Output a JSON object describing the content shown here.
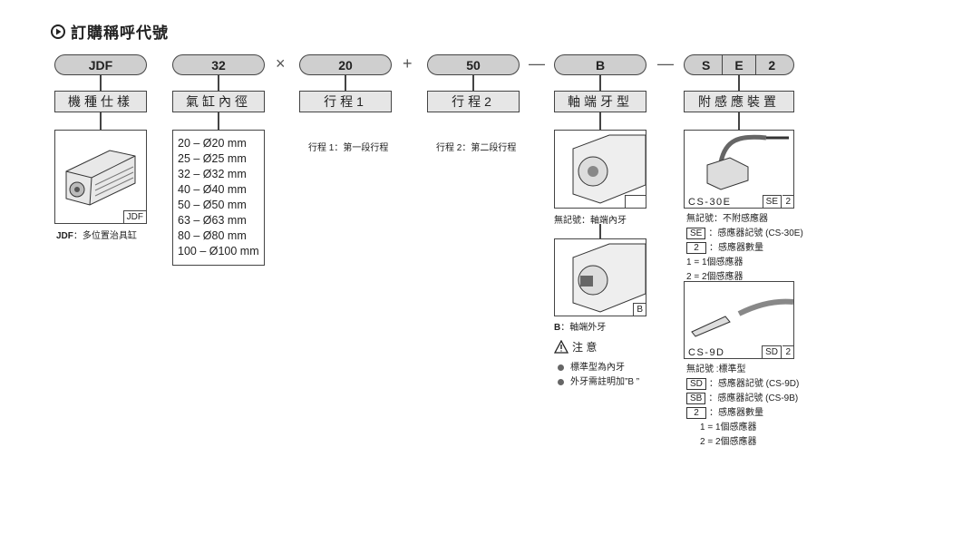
{
  "title": "訂購稱呼代號",
  "codes": {
    "model": "JDF",
    "bore": "32",
    "stroke1": "20",
    "stroke2": "50",
    "thread": "B",
    "sensor": [
      "S",
      "E",
      "2"
    ]
  },
  "operators": [
    "×",
    "+",
    "—",
    "—"
  ],
  "labels": {
    "model": "機種仕樣",
    "bore": "氣缸內徑",
    "stroke1": "行程1",
    "stroke2": "行程2",
    "thread": "軸端牙型",
    "sensor": "附感應裝置"
  },
  "model": {
    "tag": "JDF",
    "note_code": "JDF",
    "note_text": "：多位置治具缸"
  },
  "bore_sizes": [
    "20 – Ø20 mm",
    "25 – Ø25 mm",
    "32 – Ø32 mm",
    "40 – Ø40 mm",
    "50 – Ø50 mm",
    "63 – Ø63 mm",
    "80 – Ø80 mm",
    "100 – Ø100 mm"
  ],
  "stroke1_note": "行程 1：第一段行程",
  "stroke2_note": "行程 2：第二段行程",
  "thread": {
    "note1": "無記號：軸端內牙",
    "tag2": "B",
    "note2_code": "B",
    "note2_text": "：軸端外牙",
    "caution_title": "注 意",
    "caution_items": [
      "標準型為內牙",
      "外牙需註明加”B ”"
    ]
  },
  "sensor": {
    "a": {
      "model": "CS-30E",
      "tag_code": "SE",
      "tag_num": "2",
      "none": "無記號：不附感應器",
      "code": "SE",
      "code_text": "：感應器記號 (CS-30E)",
      "qty": "2",
      "qty_text": "：感應器數量",
      "q1": "1 = 1個感應器",
      "q2": "2 = 2個感應器"
    },
    "b": {
      "model": "CS-9D",
      "tag_code": "SD",
      "tag_num": "2",
      "none": "無記號 :標準型",
      "code1": "SD",
      "code1_text": "：感應器記號 (CS-9D)",
      "code2": "SB",
      "code2_text": "：感應器記號 (CS-9B)",
      "qty": "2",
      "qty_text": "：感應器數量",
      "q1": "1 = 1個感應器",
      "q2": "2 = 2個感應器"
    }
  }
}
